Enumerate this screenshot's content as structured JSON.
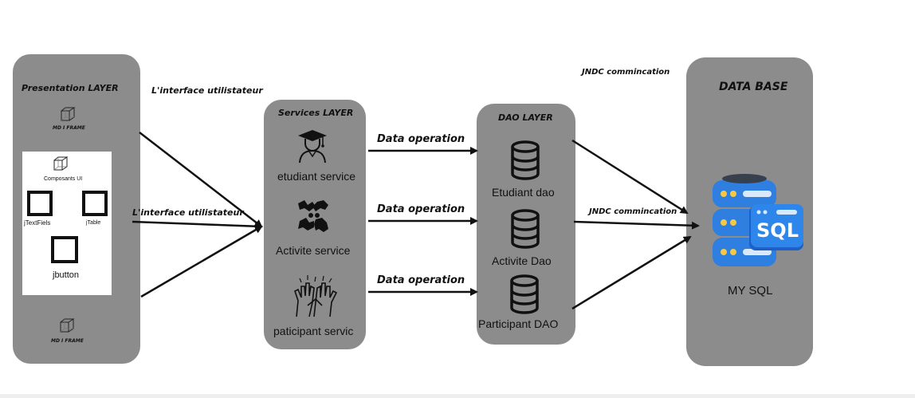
{
  "presentation": {
    "title": "Presentation LAYER",
    "frame_top_label": "MD I FRAME",
    "frame_bottom_label": "MD I FRAME",
    "components_label": "Composants UI",
    "jtextfield_label": "jTextFiels",
    "jtable_label": "jTable",
    "jbutton_label": "jbutton"
  },
  "labels": {
    "ui_label_top": "L'interface utilistateur",
    "ui_label_mid": "L'interface utilistateur",
    "data_operation_1": "Data operation",
    "data_operation_2": "Data operation",
    "data_operation_3": "Data operation",
    "jndc_top": "JNDC commincation",
    "jndc_mid": "JNDC commincation"
  },
  "services": {
    "title": "Services LAYER",
    "etudiant": "etudiant service",
    "activite": "Activite service",
    "participant": "paticipant servic"
  },
  "dao": {
    "title": "DAO LAYER",
    "etudiant": "Etudiant dao",
    "activite": "Activite Dao",
    "participant": "Participant DAO"
  },
  "database": {
    "title": "DATA BASE",
    "sql_badge": "SQL",
    "name": "MY SQL"
  },
  "colors": {
    "panel": "#8c8c8c",
    "sql_blue": "#2f7fe0",
    "sql_light": "#5aa8f2"
  }
}
